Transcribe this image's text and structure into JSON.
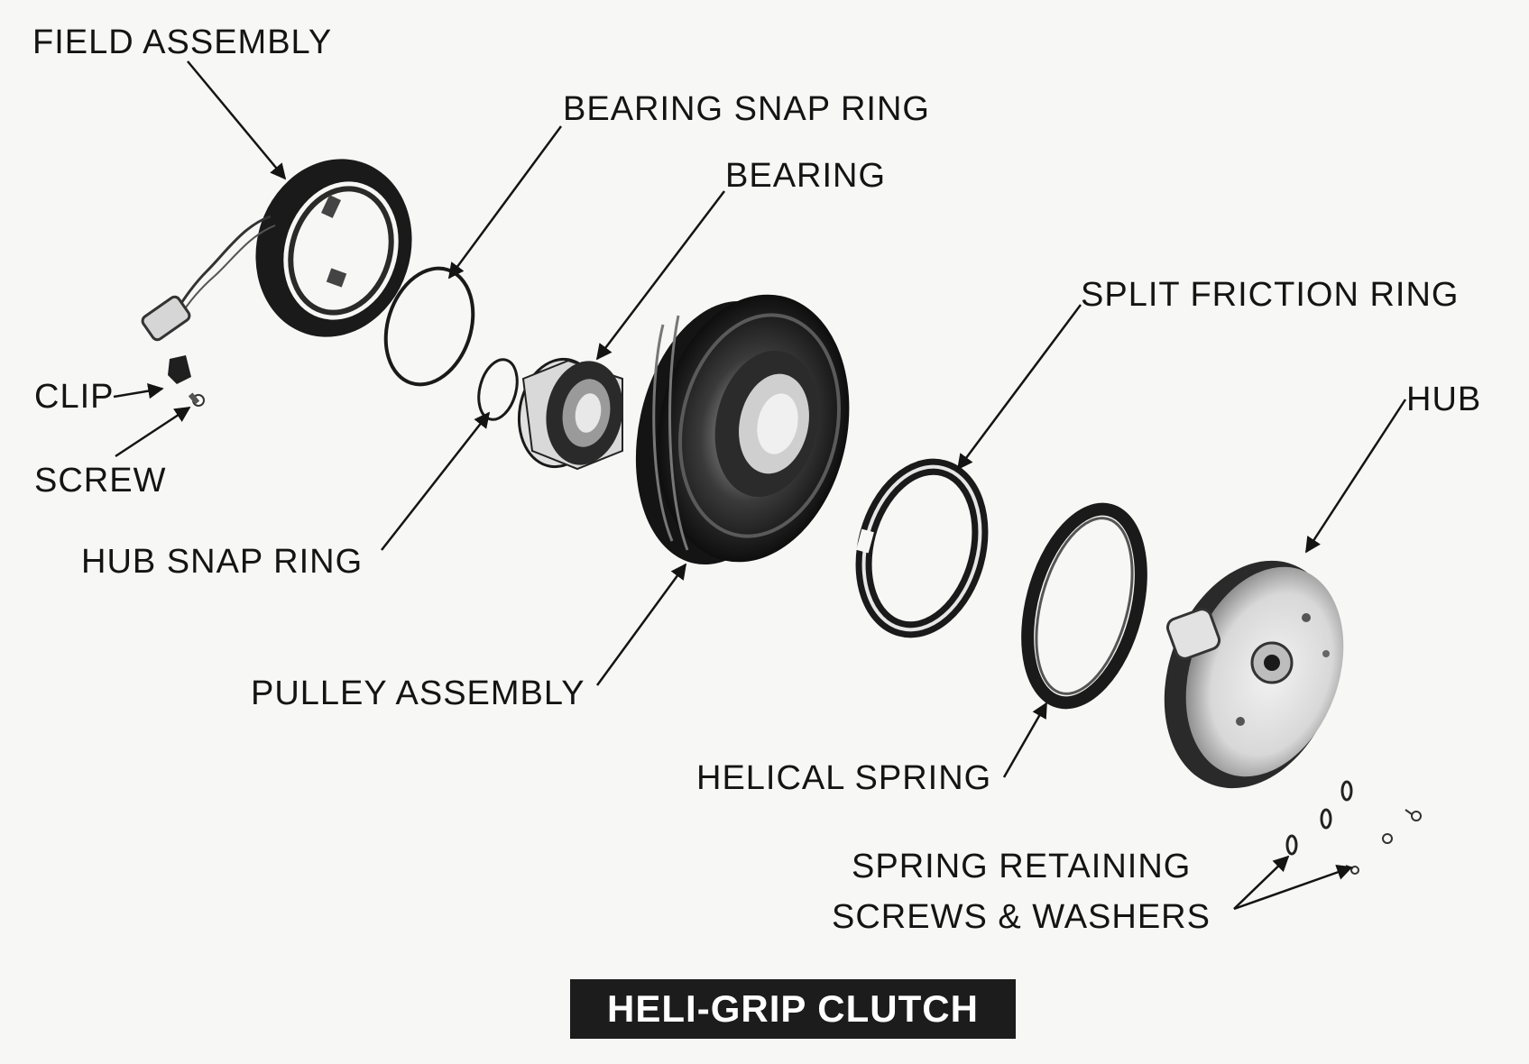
{
  "labels": {
    "field_assembly": "FIELD ASSEMBLY",
    "bearing_snap_ring": "BEARING SNAP RING",
    "bearing": "BEARING",
    "split_friction_ring": "SPLIT FRICTION RING",
    "hub": "HUB",
    "clip": "CLIP",
    "screw": "SCREW",
    "hub_snap_ring": "HUB SNAP RING",
    "pulley_assembly": "PULLEY ASSEMBLY",
    "helical_spring": "HELICAL SPRING",
    "spring_retaining_1": "SPRING RETAINING",
    "spring_retaining_2": "SCREWS & WASHERS"
  },
  "title": "HELI-GRIP CLUTCH",
  "colors": {
    "ink": "#141414",
    "paper": "#f7f7f5",
    "title_bar": "#1c1c1c",
    "title_text": "#ffffff"
  }
}
